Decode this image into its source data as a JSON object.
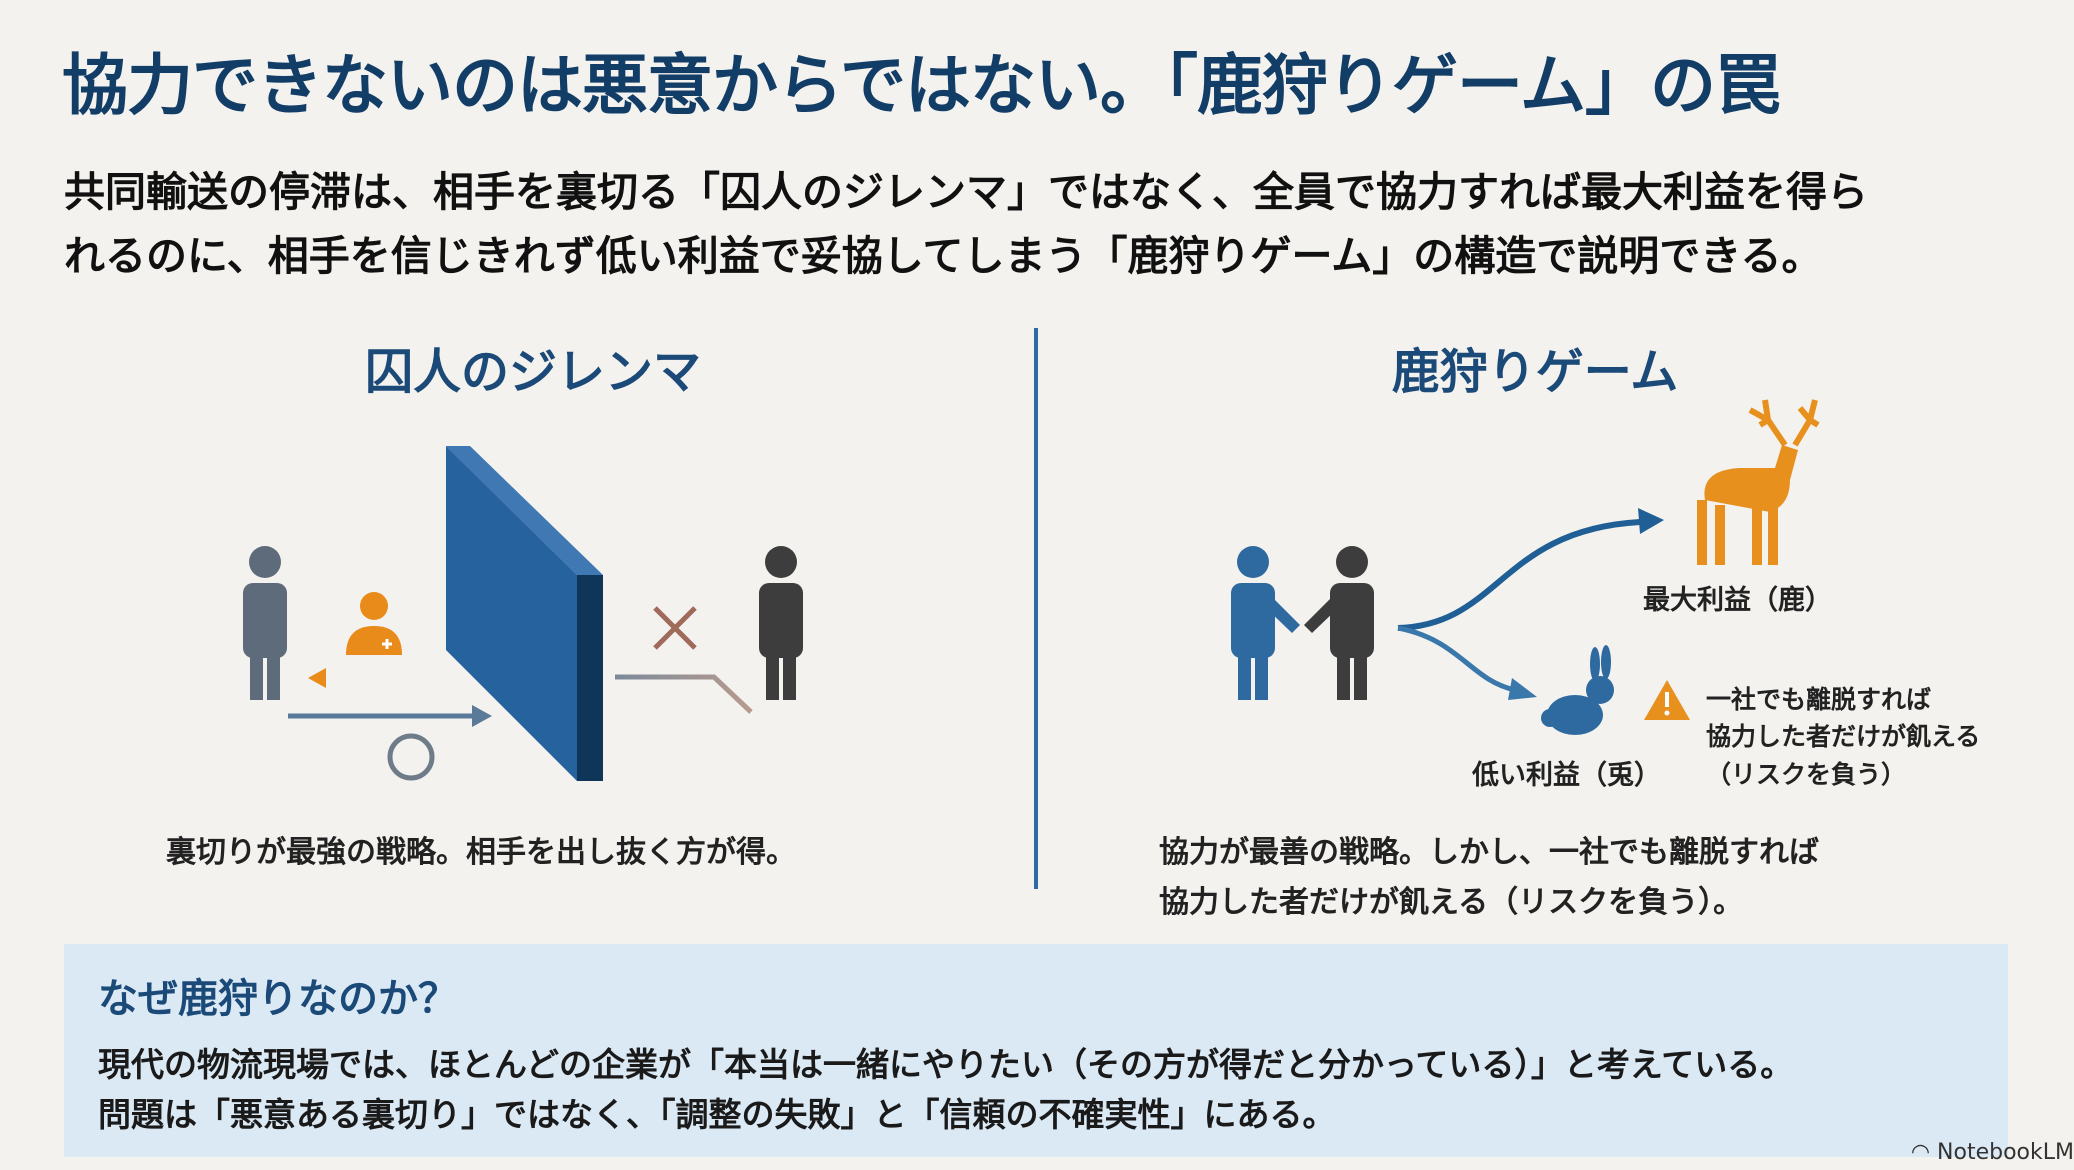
{
  "title": "協力できないのは悪意からではない。「鹿狩りゲーム」の罠",
  "subtitle": [
    "共同輸送の停滞は、相手を裏切る「囚人のジレンマ」ではなく、全員で協力すれば最大利益を得ら",
    "れるのに、相手を信じきれず低い利益で妥協してしまう「鹿狩りゲーム」の構造で説明できる。"
  ],
  "left": {
    "heading": "囚人のジレンマ",
    "caption": "裏切りが最強の戦略。相手を出し抜く方が得。"
  },
  "right": {
    "heading": "鹿狩りゲーム",
    "stag_label": "最大利益（鹿）",
    "hare_label": "低い利益（兎）",
    "warning": [
      "一社でも離脱すれば",
      "協力した者だけが飢える",
      "（リスクを負う）"
    ],
    "caption": [
      "協力が最善の戦略。しかし、一社でも離脱すれば",
      "協力した者だけが飢える（リスクを負う）。"
    ]
  },
  "callout": {
    "heading": "なぜ鹿狩りなのか？",
    "lines": [
      "現代の物流現場では、ほとんどの企業が「本当は一緒にやりたい（その方が得だと分かっている）」と考えている。",
      "問題は「悪意ある裏切り」ではなく、「調整の失敗」と「信頼の不確実性」にある。"
    ]
  },
  "watermark": "NotebookLM",
  "colors": {
    "title": "#123d66",
    "accent_blue": "#2e6aa0",
    "accent_orange": "#e8901e",
    "callout_bg": "#dbe9f5"
  }
}
